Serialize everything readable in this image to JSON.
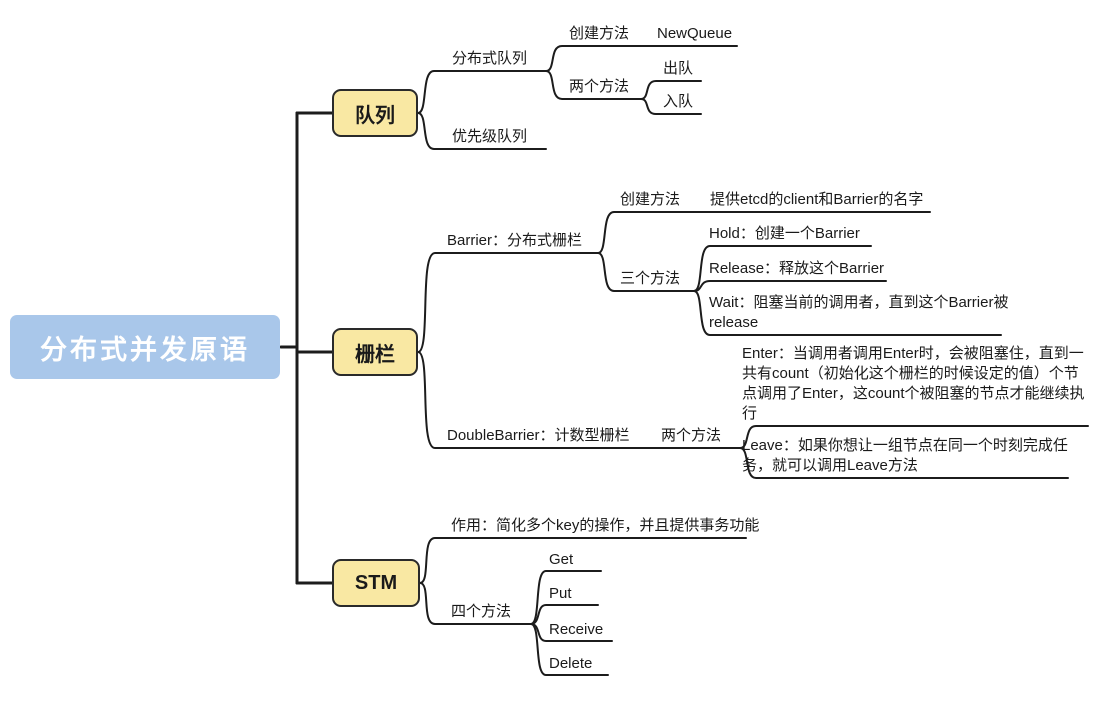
{
  "root": {
    "label": "分布式并发原语"
  },
  "branches": [
    {
      "label": "队列",
      "children": [
        {
          "label": "分布式队列",
          "children": [
            {
              "label": "创建方法",
              "children": [
                {
                  "label": "NewQueue"
                }
              ]
            },
            {
              "label": "两个方法",
              "children": [
                {
                  "label": "出队"
                },
                {
                  "label": "入队"
                }
              ]
            }
          ]
        },
        {
          "label": "优先级队列",
          "children": []
        }
      ]
    },
    {
      "label": "栅栏",
      "children": [
        {
          "label": "Barrier：分布式栅栏",
          "children": [
            {
              "label": "创建方法",
              "children": [
                {
                  "label": "提供etcd的client和Barrier的名字"
                }
              ]
            },
            {
              "label": "三个方法",
              "children": [
                {
                  "label": "Hold：创建一个Barrier"
                },
                {
                  "label": "Release：释放这个Barrier"
                },
                {
                  "label": "Wait：阻塞当前的调用者，直到这个Barrier被release"
                }
              ]
            }
          ]
        },
        {
          "label": "DoubleBarrier：计数型栅栏",
          "children": [
            {
              "label": "两个方法",
              "children": [
                {
                  "label": "Enter：当调用者调用Enter时，会被阻塞住，直到一共有count（初始化这个栅栏的时候设定的值）个节点调用了Enter，这count个被阻塞的节点才能继续执行"
                },
                {
                  "label": "Leave：如果你想让一组节点在同一个时刻完成任务，就可以调用Leave方法"
                }
              ]
            }
          ]
        }
      ]
    },
    {
      "label": "STM",
      "children": [
        {
          "label": "作用：简化多个key的操作，并且提供事务功能",
          "children": []
        },
        {
          "label": "四个方法",
          "children": [
            {
              "label": "Get"
            },
            {
              "label": "Put"
            },
            {
              "label": "Receive"
            },
            {
              "label": "Delete"
            }
          ]
        }
      ]
    }
  ],
  "colors": {
    "root_bg": "#a9c7ea",
    "root_text": "#ffffff",
    "branch_bg": "#f9e8a3",
    "branch_border": "#2a2a2a",
    "line": "#1c1c1c",
    "text": "#1a1a1a"
  }
}
